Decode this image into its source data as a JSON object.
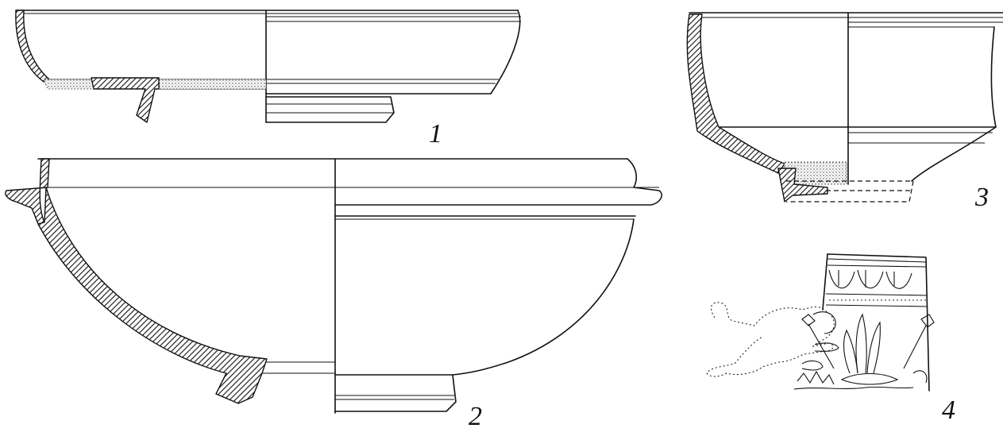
{
  "figures": [
    {
      "id": "fig-1",
      "number": "1"
    },
    {
      "id": "fig-2",
      "number": "2"
    },
    {
      "id": "fig-3",
      "number": "3"
    },
    {
      "id": "fig-4",
      "number": "4"
    }
  ]
}
